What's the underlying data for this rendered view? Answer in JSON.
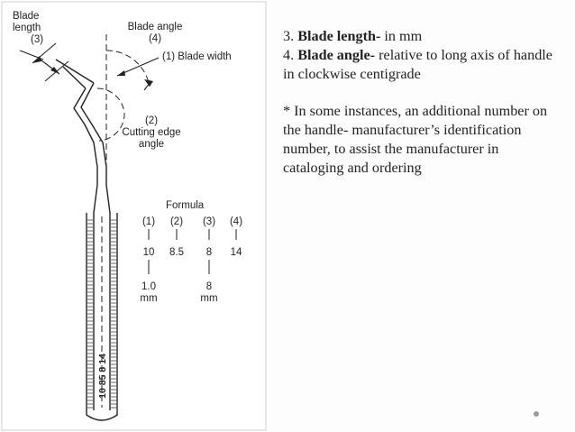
{
  "figure": {
    "label_blade_length": [
      "Blade",
      "length",
      "(3)"
    ],
    "label_blade_angle": [
      "Blade angle",
      "(4)"
    ],
    "label_blade_width": "(1) Blade width",
    "label_cutting_edge": [
      "(2)",
      "Cutting edge",
      "angle"
    ],
    "formula_title": "Formula",
    "formula_cols": [
      {
        "num": "(1)",
        "val": "10",
        "sub": [
          "1.0",
          "mm"
        ]
      },
      {
        "num": "(2)",
        "val": "8.5",
        "sub": []
      },
      {
        "num": "(3)",
        "val": "8",
        "sub": [
          "8",
          "mm"
        ]
      },
      {
        "num": "(4)",
        "val": "14",
        "sub": []
      }
    ],
    "handle_stamp": "10 85 8 14"
  },
  "text": {
    "item3": {
      "num": "3. ",
      "term": "Blade length-",
      "rest": " in mm"
    },
    "item4": {
      "num": "4. ",
      "term": "Blade angle-",
      "rest": " relative to long axis of handle in clockwise centigrade"
    },
    "note": "* In some instances, an additional number on the handle- manufacturer’s identification number, to assist the manufacturer in cataloging and ordering"
  },
  "colors": {
    "ink": "#222222",
    "page": "#fdfdfd",
    "bullet": "#9a9a9a"
  }
}
